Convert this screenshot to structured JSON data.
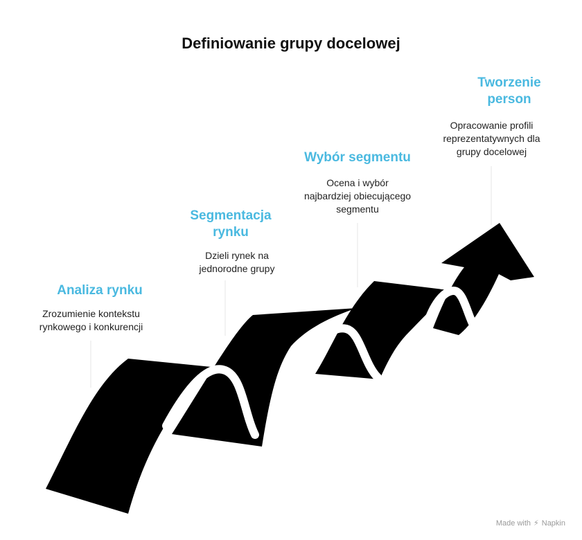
{
  "title": "Definiowanie grupy docelowej",
  "accent_color": "#4ab9e0",
  "steps": [
    {
      "title": "Analiza rynku",
      "description": "Zrozumienie kontekstu rynkowego i konkurencji"
    },
    {
      "title": "Segmentacja rynku",
      "description": "Dzieli rynek na jednorodne grupy"
    },
    {
      "title": "Wybór segmentu",
      "description": "Ocena i wybór najbardziej obiecującego segmentu"
    },
    {
      "title": "Tworzenie person",
      "description": "Opracowanie profili reprezentatywnych dla grupy docelowej"
    }
  ],
  "footer": {
    "made_with": "Made with",
    "brand": "Napkin",
    "brand_icon": "napkin-logo-icon"
  }
}
